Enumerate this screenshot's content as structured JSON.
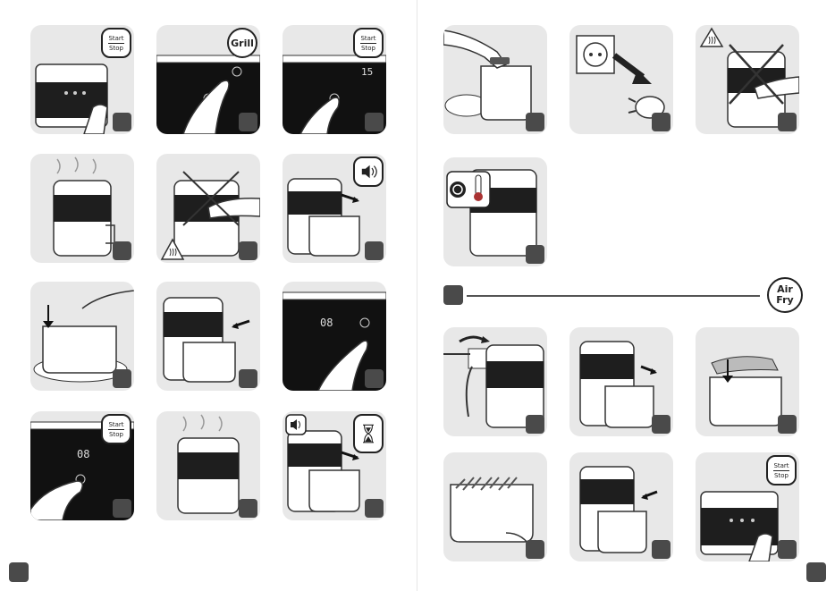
{
  "badges": {
    "start_stop": {
      "line1": "Start",
      "line2": "Stop"
    },
    "grill": "Grill",
    "air_fry": {
      "line1": "Air",
      "line2": "Fry"
    }
  },
  "display_readouts": {
    "timer_15": "15",
    "temp_08": "08"
  },
  "icons": [
    "start-stop-icon",
    "grill-icon",
    "sound-icon",
    "hourglass-icon",
    "hot-surface-icon",
    "no-touch-cross-icon",
    "plug-icon",
    "socket-icon",
    "thermal-cutoff-icon",
    "arrow-icon"
  ],
  "colors": {
    "panel_bg": "#e8e8e8",
    "step_marker": "#4a4a4a",
    "line_art": "#333333"
  }
}
